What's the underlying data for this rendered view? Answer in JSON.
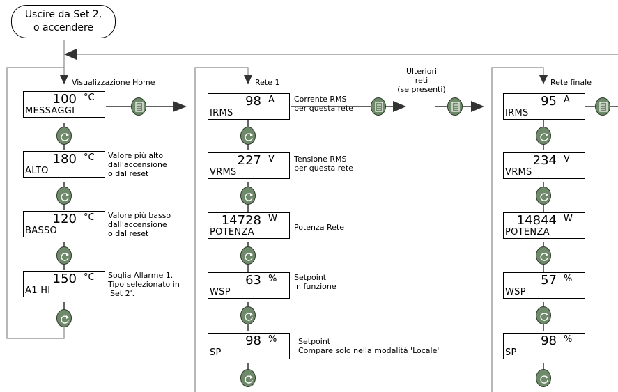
{
  "start": {
    "line1": "Uscire da Set 2,",
    "line2": "o accendere"
  },
  "col1": {
    "header": "Visualizzazione Home",
    "boxes": [
      {
        "value": "100",
        "unit": "°C",
        "name": "MESSAGGI"
      },
      {
        "value": "180",
        "unit": "°C",
        "name": "ALTO",
        "note": [
          "Valore più alto",
          "dall'accensione",
          "o dal reset"
        ]
      },
      {
        "value": "120",
        "unit": "°C",
        "name": "BASSO",
        "note": [
          "Valore più basso",
          "dall'accensione",
          "o dal reset"
        ]
      },
      {
        "value": "150",
        "unit": "°C",
        "name": "A1 HI",
        "note": [
          "Soglia Allarme 1.",
          "Tipo selezionato in",
          "'Set 2'."
        ]
      }
    ]
  },
  "col2": {
    "header": "Rete 1",
    "boxes": [
      {
        "value": "98",
        "unit": "A",
        "name": "IRMS",
        "note": [
          "Corrente RMS",
          "per questa rete"
        ]
      },
      {
        "value": "227",
        "unit": "V",
        "name": "VRMS",
        "note": [
          "Tensione RMS",
          "per questa rete"
        ]
      },
      {
        "value": "14728",
        "unit": "W",
        "name": "POTENZA",
        "note": [
          "Potenza Rete"
        ]
      },
      {
        "value": "63",
        "unit": "%",
        "name": "WSP",
        "note": [
          "Setpoint",
          "in funzione"
        ]
      },
      {
        "value": "98",
        "unit": "%",
        "name": "SP",
        "note": [
          "Setpoint",
          "Compare solo nella modalità 'Locale'"
        ]
      }
    ]
  },
  "middle": {
    "line1": "Ulteriori",
    "line2": "reti",
    "line3": "(se presenti)"
  },
  "col3": {
    "header": "Rete finale",
    "boxes": [
      {
        "value": "95",
        "unit": "A",
        "name": "IRMS"
      },
      {
        "value": "234",
        "unit": "V",
        "name": "VRMS"
      },
      {
        "value": "14844",
        "unit": "W",
        "name": "POTENZA"
      },
      {
        "value": "57",
        "unit": "%",
        "name": "WSP"
      },
      {
        "value": "98",
        "unit": "%",
        "name": "SP"
      }
    ]
  },
  "icons": {
    "page_button": "page-icon",
    "scroll_button": "scroll-icon"
  }
}
